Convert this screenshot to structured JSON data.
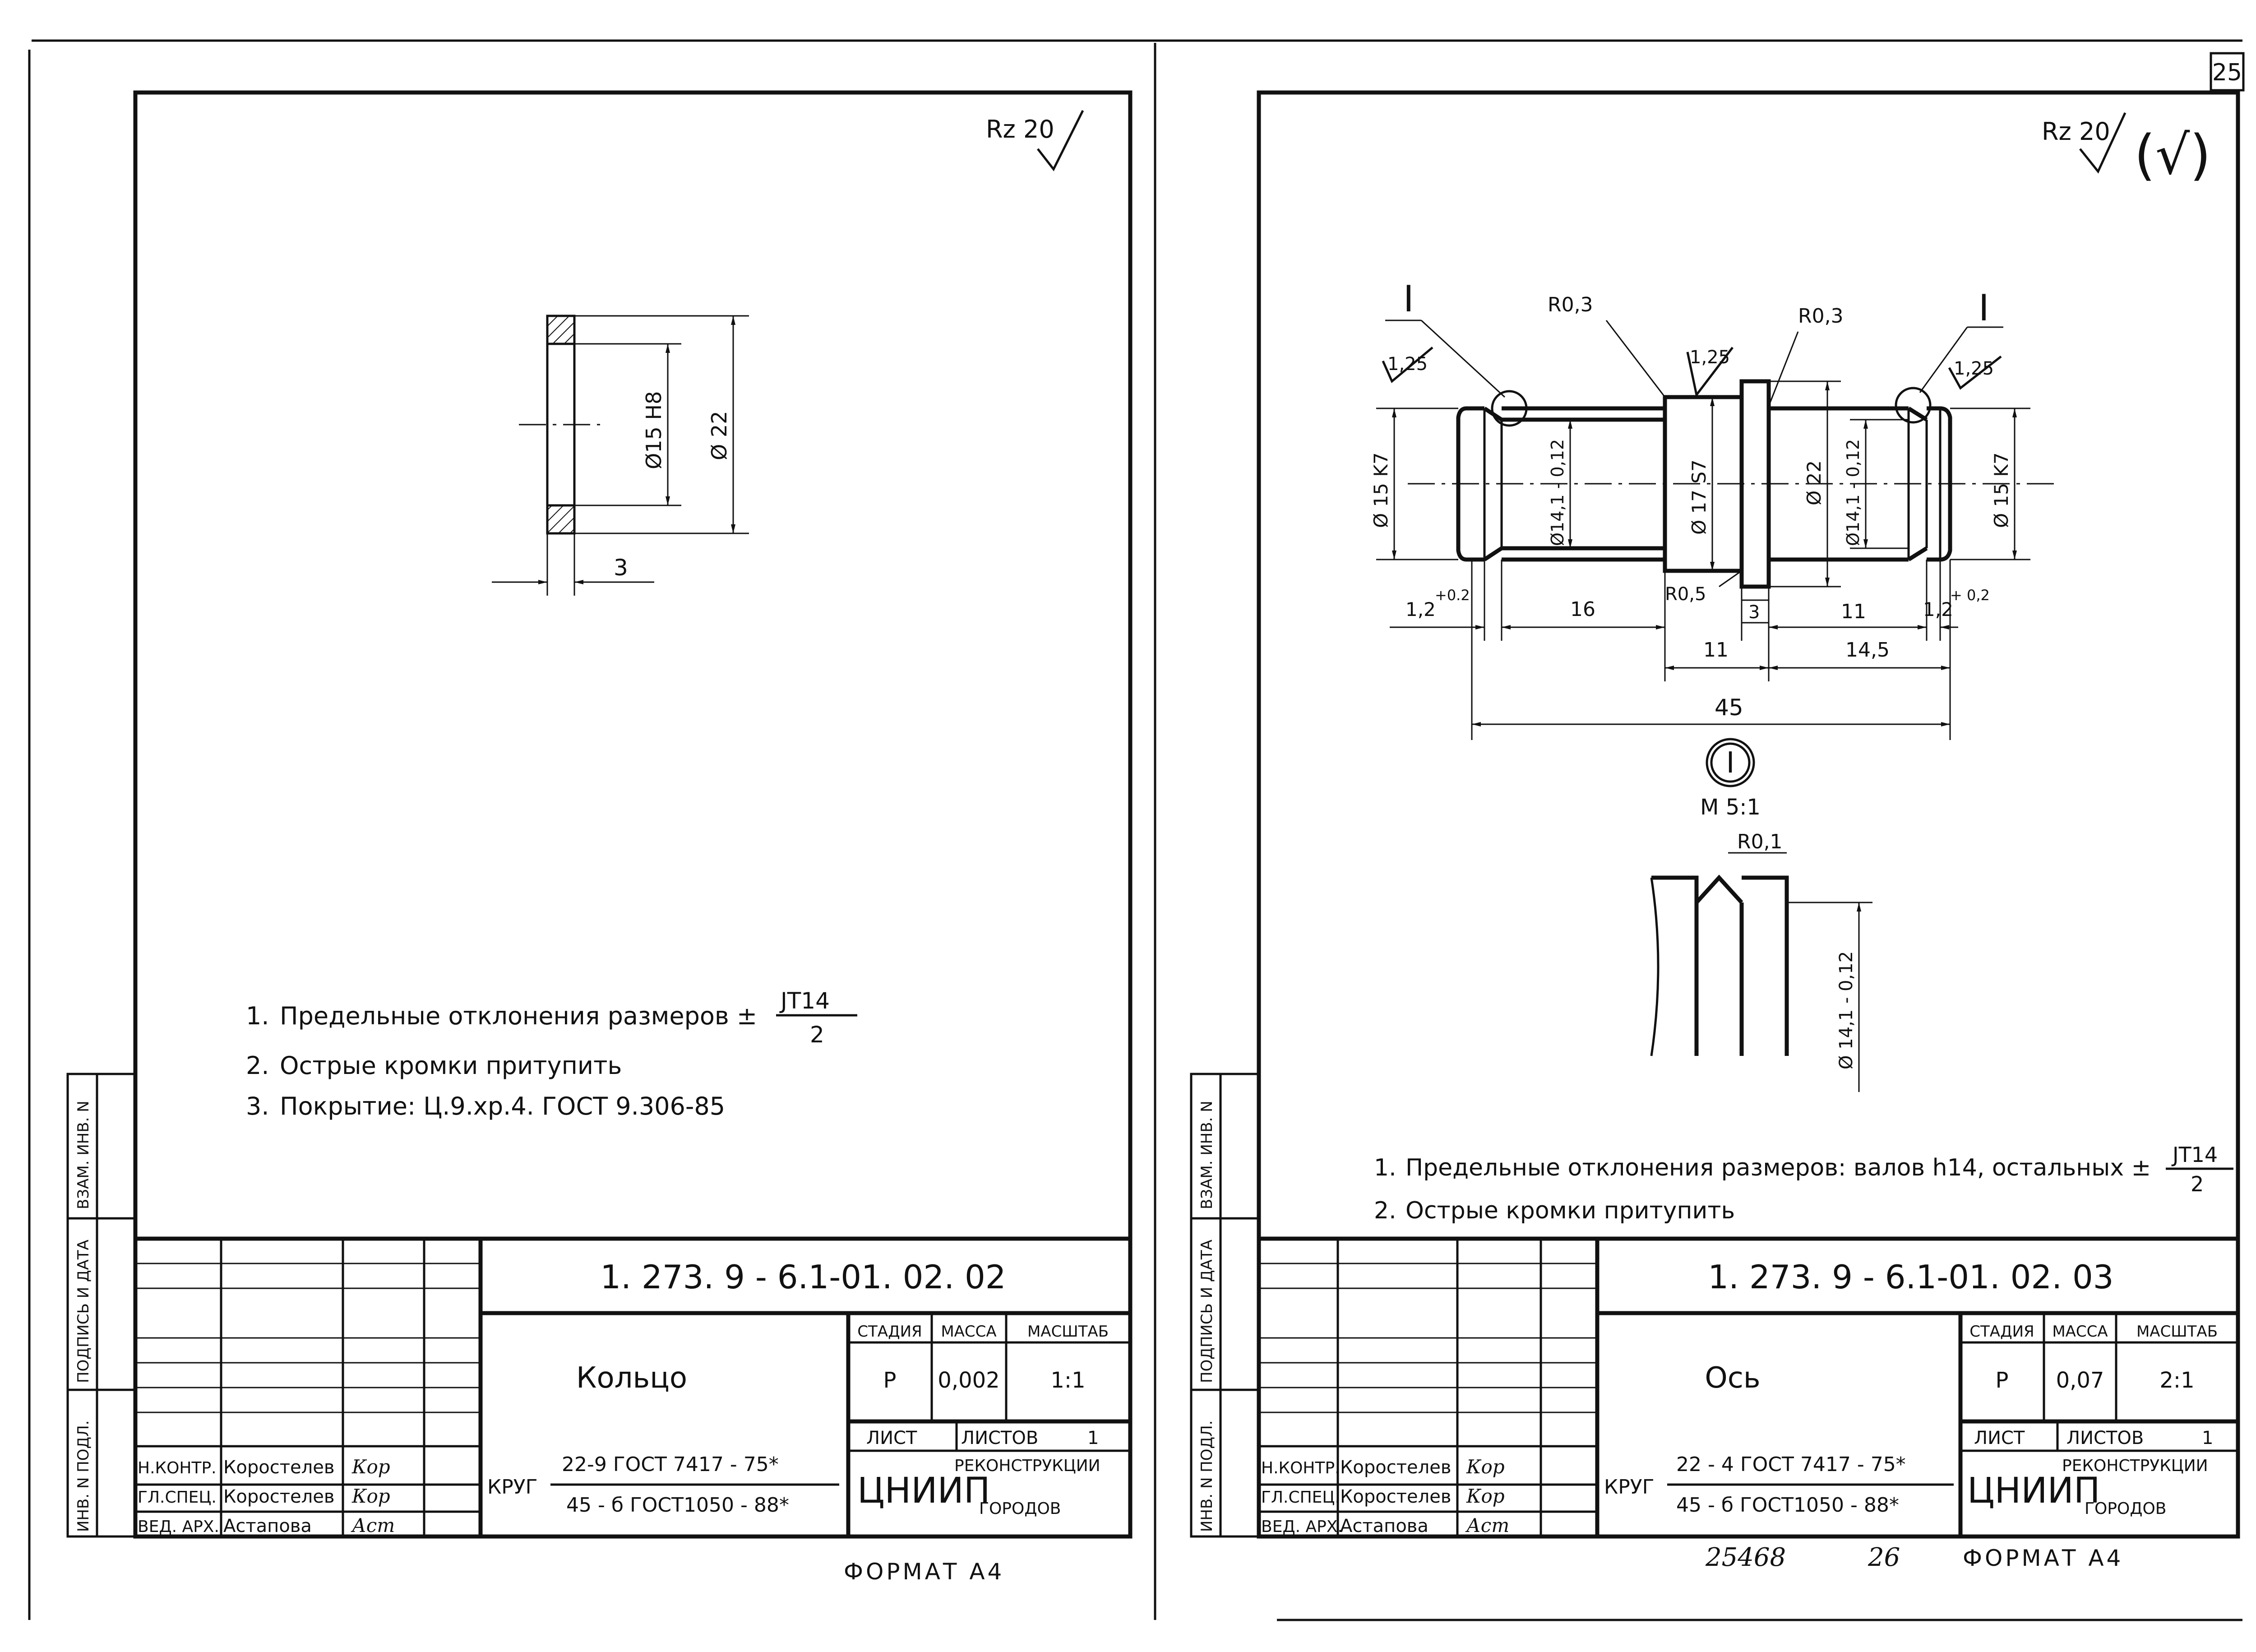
{
  "page_number": "25",
  "format_label": "ФОРМАТ А4",
  "footer_codes": [
    "25468",
    "26"
  ],
  "side_strip": [
    "ВЗАМ. ИНВ. N",
    "ПОДПИСЬ И ДАТА",
    "ИНВ. N ПОДЛ."
  ],
  "left_sheet": {
    "roughness": "Rz 20",
    "dims": {
      "bore": "Ø15 H8",
      "outer": "Ø 22",
      "width": "3"
    },
    "notes": [
      {
        "num": "1.",
        "text": "Предельные отклонения размеров ±",
        "frac_top": "JT14",
        "frac_bottom": "2"
      },
      {
        "num": "2.",
        "text": "Острые кромки притупить"
      },
      {
        "num": "3.",
        "text": "Покрытие: Ц.9.хр.4. ГОСТ 9.306-85"
      }
    ],
    "doc_number": "1. 273. 9 - 6.1-01. 02. 02",
    "part_name": "Кольцо",
    "stage_header": "СТАДИЯ",
    "mass_header": "МАССА",
    "scale_header": "МАСШТАБ",
    "stage": "Р",
    "mass": "0,002",
    "scale": "1:1",
    "sheet_label": "ЛИСТ",
    "sheets_label": "ЛИСТОВ",
    "sheets_value": "1",
    "material_label": "КРУГ",
    "material_top": "22-9 ГОСТ 7417 - 75*",
    "material_bottom": "45 - б ГОСТ1050 - 88*",
    "org_logo": "ЦНИИП",
    "org_line1": "РЕКОНСТРУКЦИИ",
    "org_line2": "ГОРОДОВ",
    "signers": [
      {
        "role": "Н.КОНТР.",
        "name": "Коростелев",
        "sig": "Кор"
      },
      {
        "role": "ГЛ.СПЕЦ.",
        "name": "Коростелев",
        "sig": "Кор"
      },
      {
        "role": "ВЕД. АРХ.",
        "name": "Астапова",
        "sig": "Аст"
      }
    ]
  },
  "right_sheet": {
    "roughness": "Rz 20",
    "roughness_extra": "(√)",
    "detail_marks": [
      "I",
      "I"
    ],
    "radius_labels": {
      "r1": "R0,3",
      "r2": "R0,3",
      "r3": "R0,5",
      "r4": "R0,1"
    },
    "surface_marks": [
      "1,25",
      "1,25",
      "1,25"
    ],
    "dims": {
      "d_left": "Ø 15 K7",
      "d_groove_l": "Ø14,1 - 0,12",
      "d_17": "Ø 17 S7",
      "d_22": "Ø 22",
      "d_groove_r": "Ø14,1 - 0,12",
      "d_right": "Ø 15 K7",
      "groove_l": "1,2",
      "groove_l_tol": "+0.2",
      "len16": "16",
      "flange": "3",
      "len11a": "11",
      "groove_r": "1,2",
      "groove_r_tol": "+ 0,2",
      "len11b": "11",
      "len14_5": "14,5",
      "total": "45",
      "detail_dim": "Ø 14,1 - 0,12"
    },
    "detail_title": "I",
    "detail_scale": "М 5:1",
    "notes": [
      {
        "num": "1.",
        "text": "Предельные отклонения размеров: валов h14, остальных ±",
        "frac_top": "JT14",
        "frac_bottom": "2"
      },
      {
        "num": "2.",
        "text": "Острые кромки притупить"
      }
    ],
    "doc_number": "1. 273. 9 - 6.1-01. 02. 03",
    "part_name": "Ось",
    "stage_header": "СТАДИЯ",
    "mass_header": "МАССА",
    "scale_header": "МАСШТАБ",
    "stage": "Р",
    "mass": "0,07",
    "scale": "2:1",
    "sheet_label": "ЛИСТ",
    "sheets_label": "ЛИСТОВ",
    "sheets_value": "1",
    "material_label": "КРУГ",
    "material_top": "22 - 4 ГОСТ 7417 - 75*",
    "material_bottom": "45 - б ГОСТ1050 - 88*",
    "org_logo": "ЦНИИП",
    "org_line1": "РЕКОНСТРУКЦИИ",
    "org_line2": "ГОРОДОВ",
    "signers": [
      {
        "role": "Н.КОНТР.",
        "name": "Коростелев",
        "sig": "Кор"
      },
      {
        "role": "ГЛ.СПЕЦ.",
        "name": "Коростелев",
        "sig": "Кор"
      },
      {
        "role": "ВЕД. АРХ.",
        "name": "Астапова",
        "sig": "Аст"
      }
    ]
  }
}
